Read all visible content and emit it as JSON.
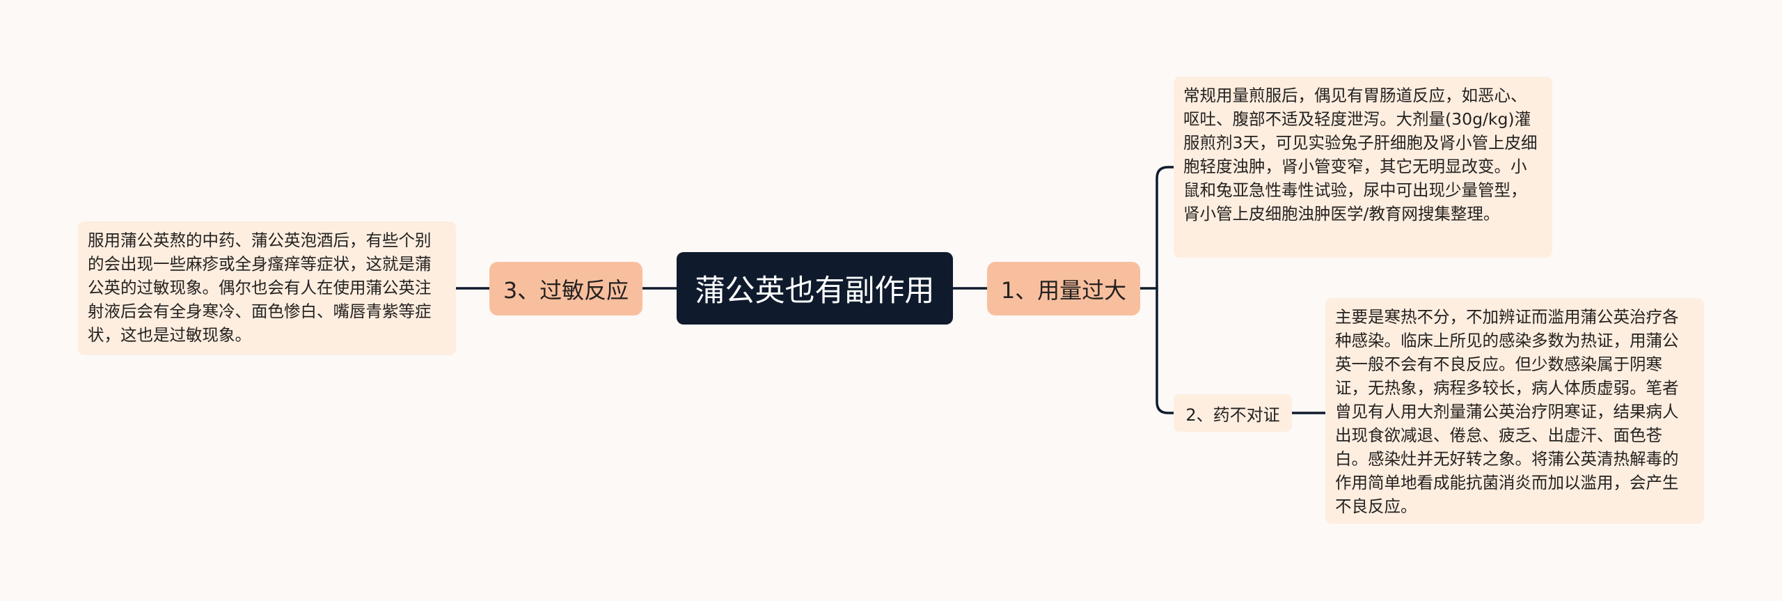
{
  "root": {
    "label": "蒲公英也有副作用"
  },
  "branches": [
    {
      "label": "1、用量过大",
      "leaf": "常规用量煎服后，偶见有胃肠道反应，如恶心、呕吐、腹部不适及轻度泄泻。大剂量(30g/kg)灌服煎剂3天，可见实验兔子肝细胞及肾小管上皮细胞轻度浊肿，肾小管变窄，其它无明显改变。小鼠和兔亚急性毒性试验，尿中可出现少量管型，肾小管上皮细胞浊肿医学/教育网搜集整理。"
    },
    {
      "label": "2、药不对证",
      "leaf": "主要是寒热不分，不加辨证而滥用蒲公英治疗各种感染。临床上所见的感染多数为热证，用蒲公英一般不会有不良反应。但少数感染属于阴寒证，无热象，病程多较长，病人体质虚弱。笔者曾见有人用大剂量蒲公英治疗阴寒证，结果病人出现食欲减退、倦怠、疲乏、出虚汗、面色苍白。感染灶并无好转之象。将蒲公英清热解毒的作用简单地看成能抗菌消炎而加以滥用，会产生不良反应。"
    },
    {
      "label": "3、过敏反应",
      "leaf": "服用蒲公英熬的中药、蒲公英泡酒后，有些个别的会出现一些麻疹或全身瘙痒等症状，这就是蒲公英的过敏现象。偶尔也会有人在使用蒲公英注射液后会有全身寒冷、面色惨白、嘴唇青紫等症状，这也是过敏现象。"
    }
  ],
  "colors": {
    "root_fill": "#0f1b2d",
    "branch_fill": "#f8bf9f",
    "leaf_fill": "#fdeee0",
    "line": "#0f1b2d",
    "background": "#fdf9f7"
  }
}
